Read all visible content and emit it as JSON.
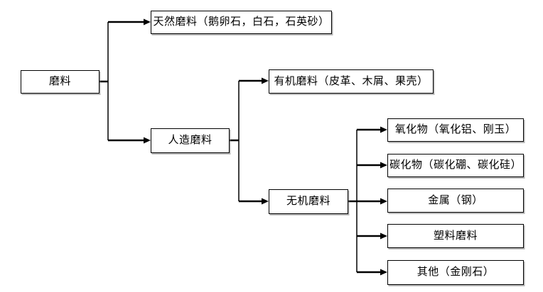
{
  "diagram": {
    "type": "tree",
    "background": "#ffffff",
    "line_color": "#000000",
    "box_border_color": "#000000",
    "box_fill_color": "#ffffff",
    "nodes": {
      "root": {
        "label": "磨料"
      },
      "natural": {
        "label": "天然磨料（鹅卵石，白石，石英砂）"
      },
      "artificial": {
        "label": "人造磨料"
      },
      "organic": {
        "label": "有机磨料（皮革、木屑、果壳）"
      },
      "inorganic": {
        "label": "无机磨料"
      },
      "oxide": {
        "label": "氧化物（氧化铝、刚玉）"
      },
      "carbide": {
        "label": "碳化物（碳化硼、碳化硅）"
      },
      "metal": {
        "label": "金属（钢）"
      },
      "plastic": {
        "label": "塑料磨料"
      },
      "other": {
        "label": "其他（金刚石）"
      }
    },
    "edges": [
      {
        "from": "磨料",
        "to": "天然磨料（鹅卵石，白石，石英砂）"
      },
      {
        "from": "磨料",
        "to": "人造磨料"
      },
      {
        "from": "人造磨料",
        "to": "有机磨料（皮革、木屑、果壳）"
      },
      {
        "from": "人造磨料",
        "to": "无机磨料"
      },
      {
        "from": "无机磨料",
        "to": "氧化物（氧化铝、刚玉）"
      },
      {
        "from": "无机磨料",
        "to": "碳化物（碳化硼、碳化硅）"
      },
      {
        "from": "无机磨料",
        "to": "金属（钢）"
      },
      {
        "from": "无机磨料",
        "to": "塑料磨料"
      },
      {
        "from": "无机磨料",
        "to": "其他（金刚石）"
      }
    ]
  }
}
